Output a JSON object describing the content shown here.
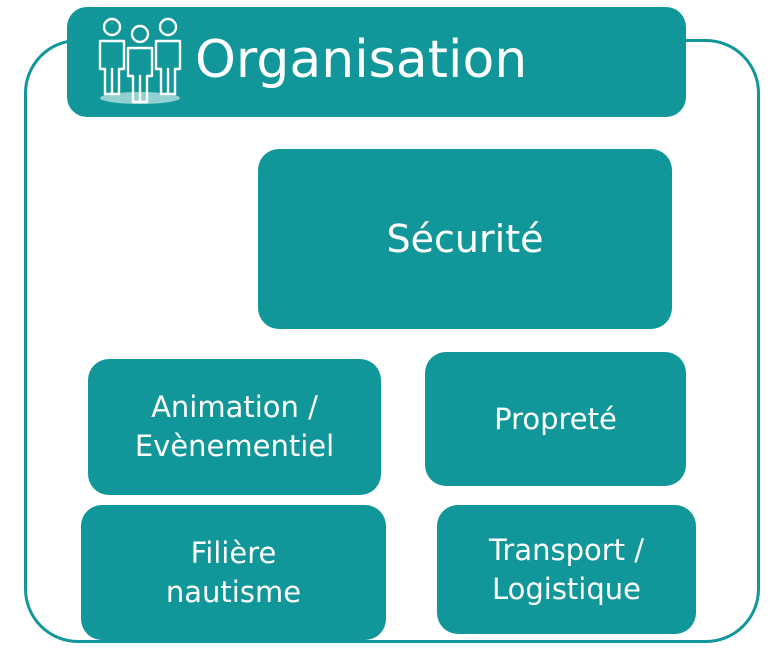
{
  "theme": {
    "accent_color": "#11979a",
    "text_color": "#ffffff"
  },
  "header": {
    "title": "Organisation",
    "icon": "people-group-icon"
  },
  "boxes": [
    {
      "label": "Sécurité"
    },
    {
      "label_line1": "Animation /",
      "label_line2": "Evènementiel"
    },
    {
      "label": "Propreté"
    },
    {
      "label_line1": "Filière",
      "label_line2": "nautisme"
    },
    {
      "label_line1": "Transport /",
      "label_line2": "Logistique"
    }
  ]
}
